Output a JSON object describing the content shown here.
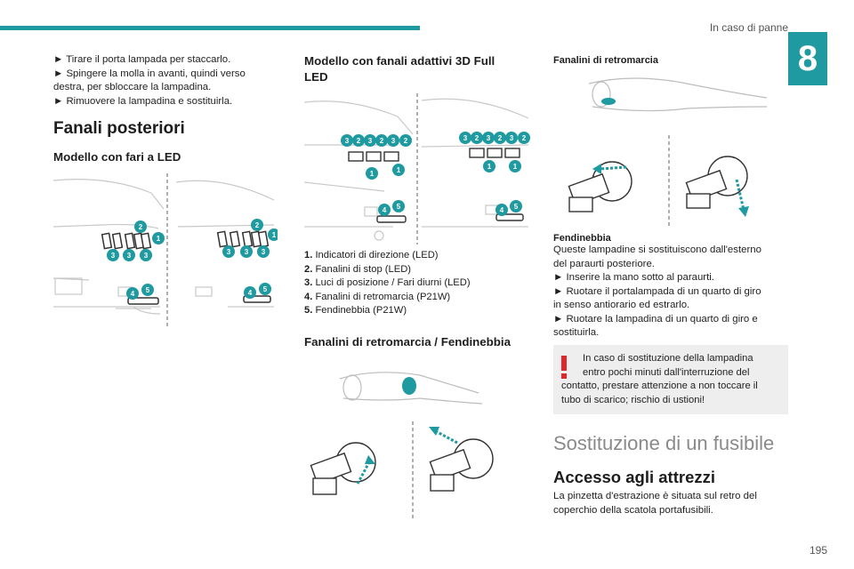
{
  "header": {
    "section_title": "In caso di panne",
    "chapter_number": "8"
  },
  "page_number": "195",
  "col1": {
    "intro_bullets": [
      "► Tirare il porta lampada per staccarlo.",
      "► Spingere la molla in avanti, quindi verso",
      "destra, per sbloccare la lampadina.",
      "► Rimuovere la lampadina e sostituirla."
    ],
    "heading_rear_lights": "Fanali posteriori",
    "subheading_led": "Modello con fari a LED"
  },
  "col2": {
    "subheading_3d_line1": "Modello con fanali adattivi 3D Full",
    "subheading_3d_line2": "LED",
    "legend": [
      {
        "n": "1.",
        "text": "Indicatori di direzione (LED)"
      },
      {
        "n": "2.",
        "text": "Fanalini di stop (LED)"
      },
      {
        "n": "3.",
        "text": "Luci di posizione / Fari diurni (LED)"
      },
      {
        "n": "4.",
        "text": "Fanalini di retromarcia (P21W)"
      },
      {
        "n": "5.",
        "text": "Fendinebbia (P21W)"
      }
    ],
    "subheading_reverse_fog": "Fanalini di retromarcia / Fendinebbia"
  },
  "col3": {
    "reverse_label": "Fanalini di retromarcia",
    "fog_label": "Fendinebbia",
    "fog_lines": [
      "Queste lampadine si sostituiscono dall'esterno",
      "del paraurti posteriore.",
      "► Inserire la mano sotto al paraurti.",
      "► Ruotare il portalampada di un quarto di giro",
      "in senso antiorario ed estrarlo.",
      "► Ruotare la lampadina di un quarto di giro e",
      "sostituirla."
    ],
    "warning_lines": [
      "In caso di sostituzione della lampadina",
      "entro pochi minuti dall'interruzione del",
      "contatto, prestare attenzione a non toccare il",
      "tubo di scarico; rischio di ustioni!"
    ],
    "fuse_heading": "Sostituzione di un fusibile",
    "tools_heading": "Accesso agli attrezzi",
    "tools_lines": [
      "La pinzetta d'estrazione è situata sul retro del",
      "coperchio della scatola portafusibili."
    ]
  },
  "colors": {
    "accent": "#1f9aa0",
    "badge": "#1f9aa0",
    "warning": "#e0262b"
  },
  "badges": {
    "one": "1",
    "two": "2",
    "three": "3",
    "four": "4",
    "five": "5"
  }
}
